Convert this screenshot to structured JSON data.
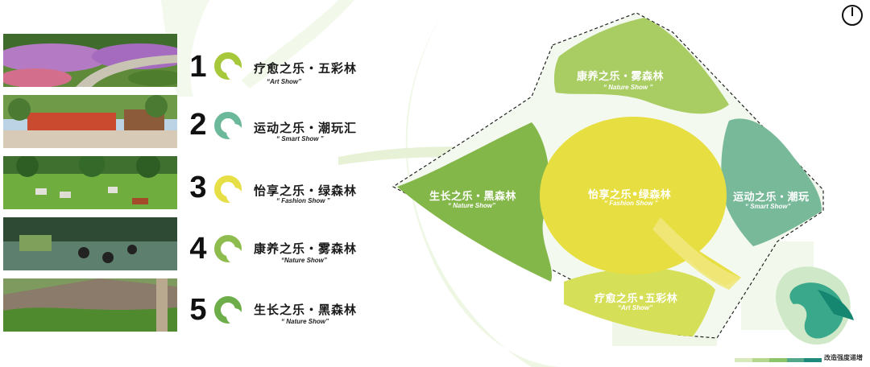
{
  "items": [
    {
      "number": "1",
      "title": "疗愈之乐・五彩林",
      "subtitle": "“Art Show”",
      "ring_color": "#a7c83b"
    },
    {
      "number": "2",
      "title": "运动之乐・潮玩汇",
      "subtitle": "“ Smart Show ”",
      "ring_color": "#6cb89a"
    },
    {
      "number": "3",
      "title": "怡享之乐・绿森林",
      "subtitle": "“ Fashion Show ”",
      "ring_color": "#e6df45"
    },
    {
      "number": "4",
      "title": "康养之乐・雾森林",
      "subtitle": "“Nature Show”",
      "ring_color": "#8fbc4e"
    },
    {
      "number": "5",
      "title": "生长之乐・黑森林",
      "subtitle": "“ Nature Show”",
      "ring_color": "#6eae4a"
    }
  ],
  "map": {
    "north": {
      "title": "康养之乐・雾森林",
      "subtitle": "“ Nature Show ”"
    },
    "west": {
      "title": "生长之乐・黑森林",
      "subtitle": "“ Nature Show”"
    },
    "center": {
      "title": "怡享之乐•绿森林",
      "subtitle": "“ Fashion Show ”"
    },
    "east": {
      "title": "运动之乐・潮玩",
      "subtitle": "“ Smart Show”"
    },
    "south": {
      "title": "疗愈之乐•五彩林",
      "subtitle": "“Art Show”"
    }
  },
  "legend": {
    "label": "改造强度递增",
    "colors": [
      "#d8eabc",
      "#b5d78d",
      "#8cc46a",
      "#53a88a",
      "#1e8a7c"
    ]
  },
  "icons": {
    "power": "power-icon"
  }
}
